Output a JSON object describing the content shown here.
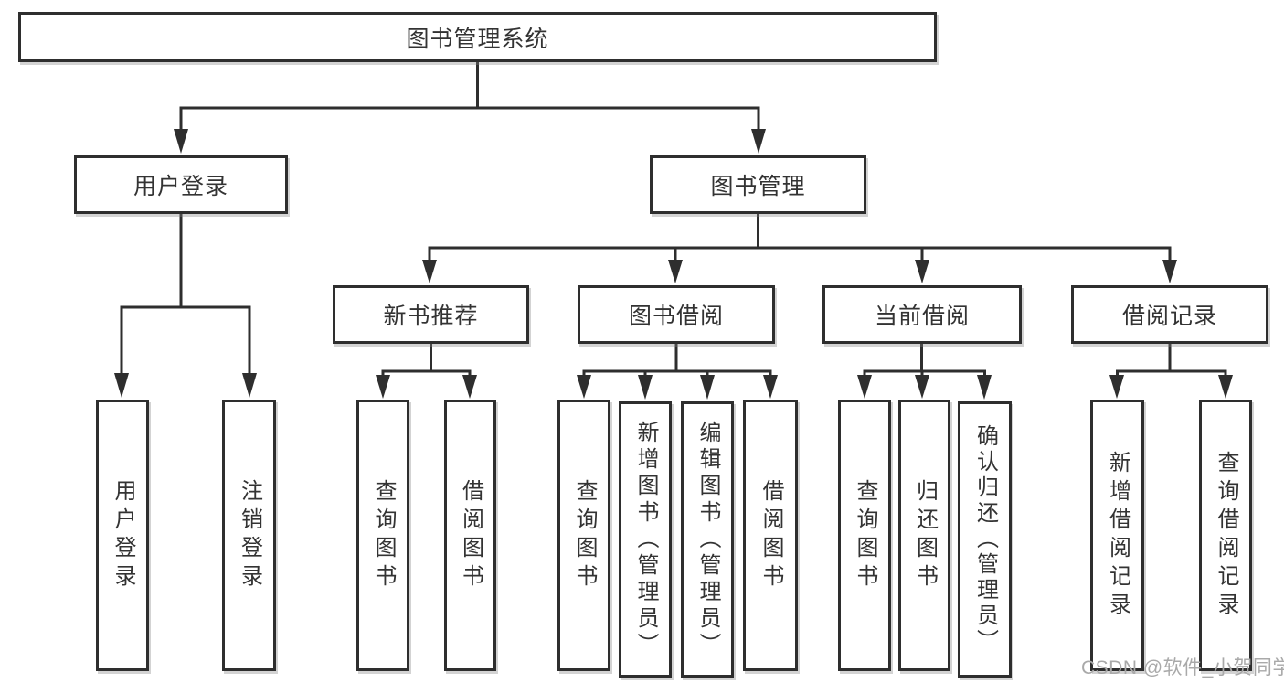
{
  "diagram": {
    "root": {
      "label": "图书管理系统"
    },
    "branches": [
      {
        "label": "用户登录",
        "children": [
          "用户登录",
          "注销登录"
        ]
      },
      {
        "label": "图书管理",
        "sections": [
          {
            "label": "新书推荐",
            "children": [
              "查询图书",
              "借阅图书"
            ]
          },
          {
            "label": "图书借阅",
            "children": [
              "查询图书",
              "新增图书（管理员）",
              "编辑图书（管理员）",
              "借阅图书"
            ]
          },
          {
            "label": "当前借阅",
            "children": [
              "查询图书",
              "归还图书",
              "确认归还（管理员）"
            ]
          },
          {
            "label": "借阅记录",
            "children": [
              "新增借阅记录",
              "查询借阅记录"
            ]
          }
        ]
      }
    ]
  },
  "watermark": "CSDN @软件_小贺同学",
  "colors": {
    "line": "#2e2e2e",
    "text": "#333333",
    "background": "#ffffff",
    "watermark": "#a9a9a9"
  }
}
